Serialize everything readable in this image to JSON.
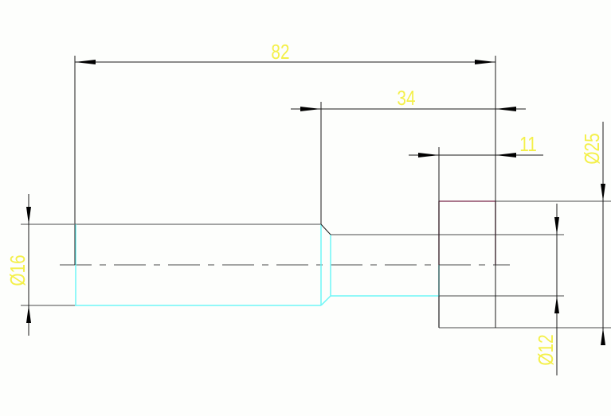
{
  "drawing": {
    "dimensions": {
      "overall_length": "82",
      "neck_length": "34",
      "flange_width": "11",
      "shaft_diameter": "Ø16",
      "neck_diameter": "Ø12",
      "flange_diameter": "Ø25"
    },
    "colors": {
      "dimension_text": "#f4f04a",
      "outline_cyan": "#6ff6f6",
      "outline_magenta": "#8e4a66",
      "line_grey": "#6e6e6e"
    }
  }
}
